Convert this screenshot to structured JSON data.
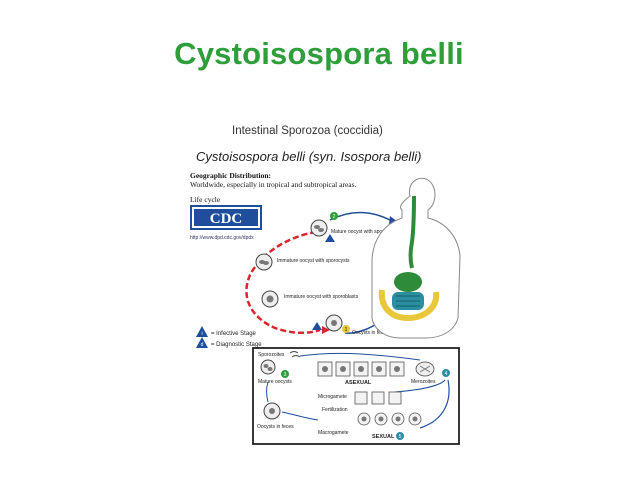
{
  "slide": {
    "title": "Cystoisospora belli"
  },
  "figure": {
    "title_line1": "Intestinal Sporozoa (coccidia)",
    "title_line2": "Cystoisospora belli (syn. Isospora belli)",
    "geo_label": "Geographic Distribution:",
    "geo_text": "Worldwide, especially in tropical and subtropical areas.",
    "life_cycle_label": "Life cycle",
    "cdc_logo_text": "CDC",
    "cdc_url": "http://www.dpd.cdc.gov/dpdx",
    "stages": {
      "mature_oocyst": "Mature oocyst with sporozoites",
      "immature_oocyst_sporocysts": "Immature oocyst with sporocysts",
      "immature_oocyst_sporoblasts": "Immature oocyst with sporoblasts",
      "oocysts_in_feces_top": "Oocysts in feces",
      "step_2": "2",
      "step_1": "1"
    },
    "legend": {
      "infective_marker": "i",
      "infective": "= Infective Stage",
      "diagnostic_marker": "d",
      "diagnostic": "= Diagnostic Stage"
    },
    "inset": {
      "sporozoites": "Sporozoites",
      "mature_oocysts": "Mature oocysts",
      "asexual": "ASEXUAL",
      "merozoites": "Merozoites",
      "microgamete": "Microgamete",
      "fertilization": "Fertilization",
      "macrogamete": "Macrogamete",
      "sexual": "SEXUAL",
      "oocysts_in_feces": "Oocysts in feces",
      "step_3": "3",
      "step_4": "4",
      "step_5": "5"
    }
  },
  "colors": {
    "title_green": "#2e9e3a",
    "cycle_red": "#d9262a",
    "blue": "#1f4e9c",
    "gut_green": "#2e8b3a",
    "intestine_teal": "#2a8fa0",
    "stomach_yellow": "#e8c73a"
  }
}
